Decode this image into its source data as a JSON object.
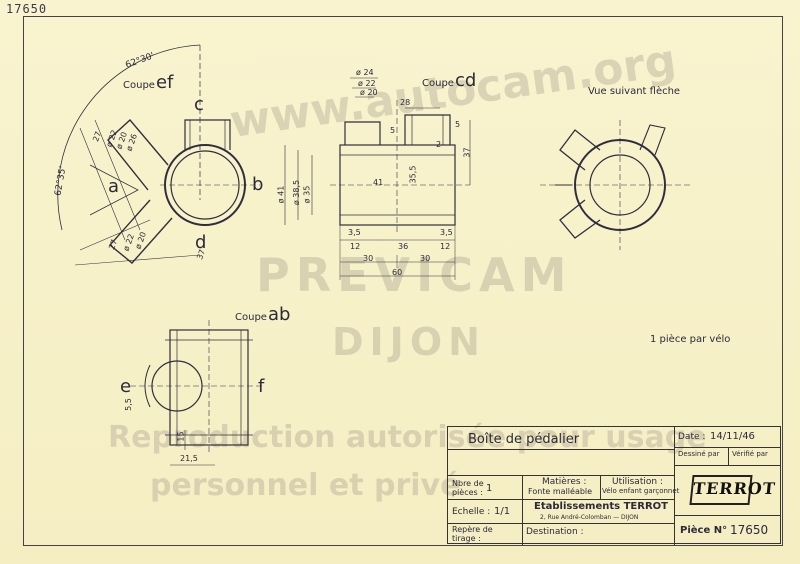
{
  "sheet_number": "17650",
  "watermarks": [
    "www.autocam.org",
    "PREVICAM",
    "DIJON",
    "Reproduction autorisée pour usage",
    "personnel et privé"
  ],
  "views": {
    "section_ef": {
      "prefix": "Coupe",
      "suffix": "ef"
    },
    "section_cd": {
      "prefix": "Coupe",
      "suffix": "cd"
    },
    "section_ab": {
      "prefix": "Coupe",
      "suffix": "ab"
    },
    "arrow_view": "Vue suivant flèche"
  },
  "section_letters": {
    "a": "a",
    "b": "b",
    "c": "c",
    "d": "d",
    "e": "e",
    "f": "f"
  },
  "dimensions_ef": [
    "62°30'",
    "62°35'",
    "27",
    "ø 22",
    "ø 20",
    "ø 26",
    "27",
    "ø 22",
    "ø 20",
    "37"
  ],
  "dimensions_cd": [
    "ø 24",
    "ø 22",
    "ø 20",
    "28",
    "5",
    "2",
    "5",
    "ø 41",
    "ø 38,5",
    "ø 35",
    "41",
    "35,5",
    "37",
    "3,5",
    "12",
    "36",
    "3,5",
    "12",
    "30",
    "30",
    "60"
  ],
  "dimensions_ab": [
    "5,5",
    "15",
    "21,5"
  ],
  "note": "1 pièce par vélo",
  "title_block": {
    "part_name": "Boîte de pédalier",
    "date_label": "Date :",
    "date_value": "14/11/46",
    "drawn_label": "Dessiné par",
    "checked_label": "Vérifié par",
    "qty_label": "Nbre de pièces :",
    "qty_value": "1",
    "material_label": "Matières :",
    "material_value": "Fonte malléable",
    "usage_label": "Utilisation :",
    "usage_value": "Vélo enfant garçonnet",
    "scale_label": "Echelle :",
    "scale_value": "1/1",
    "company": "Etablissements TERROT",
    "address": "2, Rue André-Colomban — DIJON",
    "logo": "TERROT",
    "marker_label": "Repère de tirage :",
    "destination_label": "Destination :",
    "part_no_label": "Pièce N°",
    "part_no_value": "17650"
  }
}
